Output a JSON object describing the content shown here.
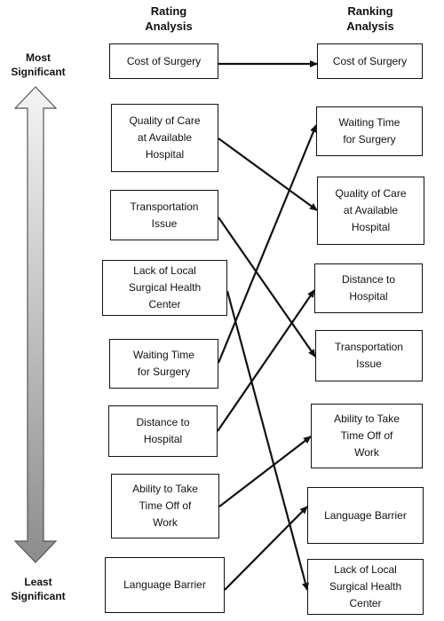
{
  "headers": {
    "rating": "Rating\nAnalysis",
    "ranking": "Ranking\nAnalysis"
  },
  "scale": {
    "top_label": "Most\nSignificant",
    "bottom_label": "Least\nSignificant"
  },
  "rating_items": [
    "Cost of Surgery",
    "Quality of Care\nat Available\nHospital",
    "Transportation\nIssue",
    "Lack of Local\nSurgical Health\nCenter",
    "Waiting Time\nfor Surgery",
    "Distance to\nHospital",
    "Ability to Take\nTime Off of\nWork",
    "Language Barrier"
  ],
  "ranking_items": [
    "Cost of Surgery",
    "Waiting Time\nfor Surgery",
    "Quality of Care\nat Available\nHospital",
    "Distance to\nHospital",
    "Transportation\nIssue",
    "Ability to Take\nTime Off of\nWork",
    "Language Barrier",
    "Lack of Local\nSurgical Health\nCenter"
  ],
  "connections": [
    {
      "from": 0,
      "to": 0
    },
    {
      "from": 1,
      "to": 2
    },
    {
      "from": 2,
      "to": 4
    },
    {
      "from": 3,
      "to": 7
    },
    {
      "from": 4,
      "to": 1
    },
    {
      "from": 5,
      "to": 3
    },
    {
      "from": 6,
      "to": 5
    },
    {
      "from": 7,
      "to": 6
    }
  ]
}
